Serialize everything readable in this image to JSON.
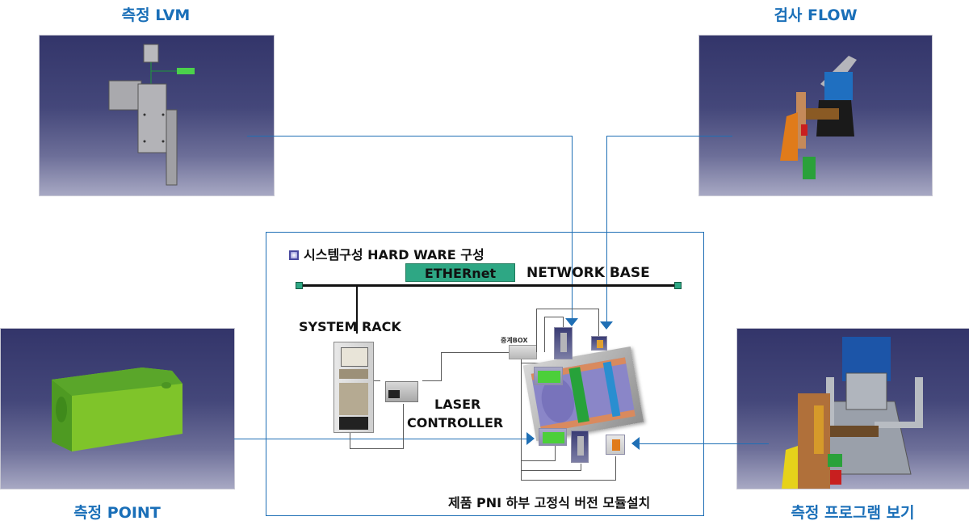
{
  "corners": {
    "top_left": {
      "title": "측정 LVM",
      "image": "LVM sensor CAD model"
    },
    "top_right": {
      "title": "검사 FLOW",
      "image": "inspection flow CAD model"
    },
    "bottom_left": {
      "title": "측정 POINT",
      "image": "green measurement block CAD model"
    },
    "bottom_right": {
      "title": "측정 프로그램 보기",
      "image": "measurement program fixture CAD model"
    }
  },
  "hardware": {
    "title": "시스템구성 HARD WARE 구성",
    "ethernet_label": "ETHERnet",
    "network_label": "NETWORK BASE",
    "system_rack_label": "SYSTEM RACK",
    "laser_controller_label_1": "LASER",
    "laser_controller_label_2": "CONTROLLER",
    "relay_box_label": "중계BOX",
    "module_caption": "제품 PNI 하부 고정식 버전 모듈설치"
  },
  "colors": {
    "title_blue": "#1a6fb8",
    "connector_blue": "#1f6fb5",
    "ethernet_green": "#2ea784",
    "panel_dark": "#33356a"
  }
}
